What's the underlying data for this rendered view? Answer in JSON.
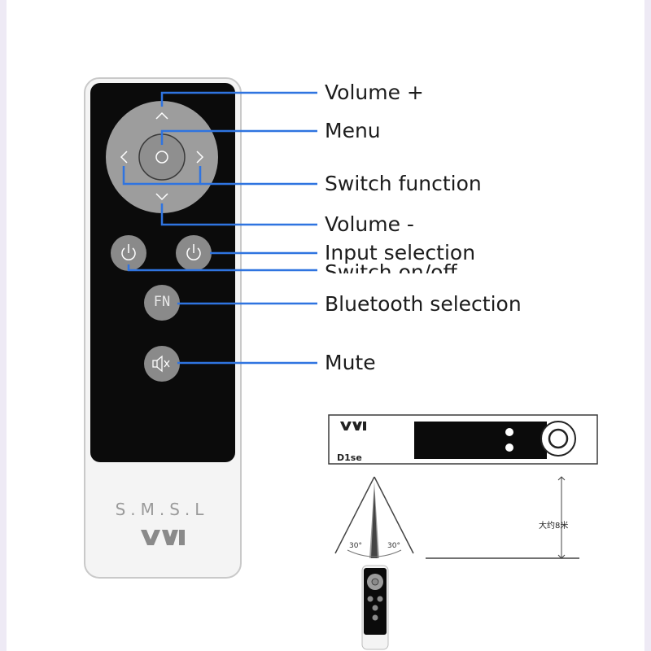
{
  "callouts": {
    "volume_up": "Volume +",
    "menu": "Menu",
    "switch_function": "Switch function",
    "volume_down": "Volume -",
    "input_selection": "Input selection",
    "switch_on_off": "Switch on/off",
    "bluetooth_selection": "Bluetooth selection",
    "mute": "Mute"
  },
  "remote": {
    "brand_text": "S.M.S.L",
    "fn_label": "FN"
  },
  "range_diagram": {
    "device_model": "D1se",
    "distance_label": "大约8米",
    "angle_left": "30°",
    "angle_right": "30°"
  },
  "colors": {
    "callout_line": "#2f74e0",
    "remote_body": "#f4f4f4",
    "remote_face": "#0b0b0b",
    "dpad": "#9d9d9d",
    "button": "#8a8a8a"
  },
  "icons": [
    "power-icon",
    "mute-icon",
    "chevron-up-icon",
    "chevron-down-icon",
    "chevron-left-icon",
    "chevron-right-icon",
    "menu-circle-icon",
    "brand-logo"
  ]
}
